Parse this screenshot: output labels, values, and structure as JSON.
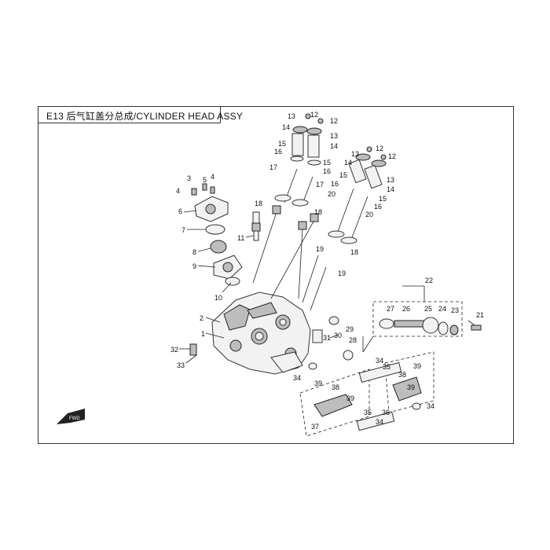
{
  "title": "E13 后气缸盖分总成/CYLINDER HEAD ASSY",
  "fwd_label": "FWD",
  "callouts": {
    "n1": "1",
    "n2": "2",
    "n3": "3",
    "n4a": "4",
    "n4b": "4",
    "n5": "5",
    "n6": "6",
    "n7": "7",
    "n8": "8",
    "n9": "9",
    "n10": "10",
    "n11": "11",
    "n12a": "12",
    "n12b": "12",
    "n12c": "12",
    "n12d": "12",
    "n13a": "13",
    "n13b": "13",
    "n13c": "13",
    "n13d": "13",
    "n14a": "14",
    "n14b": "14",
    "n14c": "14",
    "n14d": "14",
    "n15a": "15",
    "n15b": "15",
    "n15c": "15",
    "n15d": "15",
    "n16a": "16",
    "n16b": "16",
    "n16c": "16",
    "n16d": "16",
    "n17a": "17",
    "n17b": "17",
    "n18a": "18",
    "n18b": "18",
    "n18c": "18",
    "n19a": "19",
    "n19b": "19",
    "n20a": "20",
    "n20b": "20",
    "n21": "21",
    "n22": "22",
    "n23": "23",
    "n24": "24",
    "n25": "25",
    "n26": "26",
    "n27": "27",
    "n28": "28",
    "n29": "29",
    "n30": "30",
    "n31": "31",
    "n32": "32",
    "n33": "33",
    "n34a": "34",
    "n34b": "34",
    "n34c": "34",
    "n34d": "34",
    "n35a": "35",
    "n35b": "35",
    "n36": "36",
    "n37": "37",
    "n38a": "38",
    "n38b": "38",
    "n39a": "39",
    "n39b": "39",
    "n39c": "39",
    "n39d": "39"
  }
}
